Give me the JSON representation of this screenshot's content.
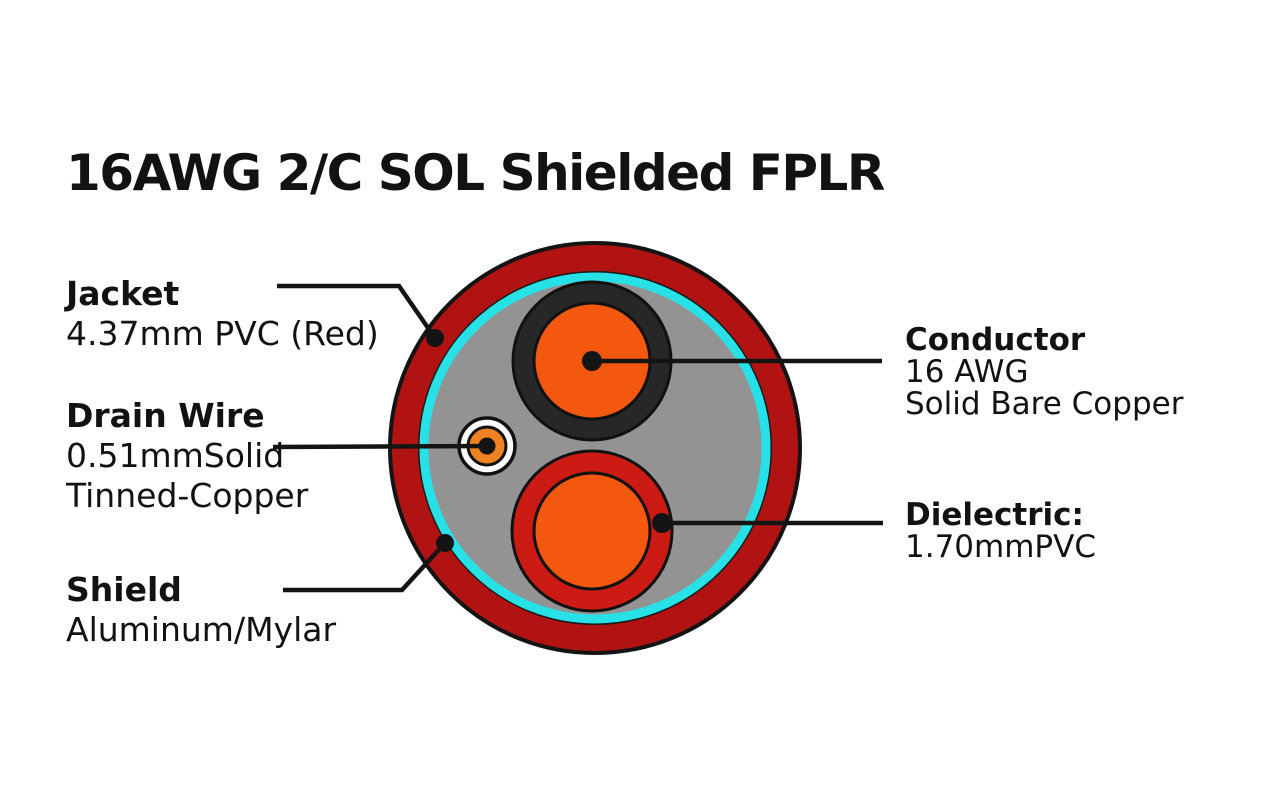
{
  "title": "16AWG 2/C SOL Shielded FPLR",
  "labels": {
    "jacket": {
      "heading": "Jacket",
      "line1": "4.37mm PVC (Red)"
    },
    "drain_wire": {
      "heading": "Drain Wire",
      "line1": "0.51mmSolid",
      "line2": "Tinned-Copper"
    },
    "shield": {
      "heading": "Shield",
      "line1": "Aluminum/Mylar"
    },
    "conductor": {
      "heading": "Conductor",
      "line1": "16 AWG",
      "line2": "Solid Bare Copper"
    },
    "dielectric": {
      "heading": "Dielectric:",
      "line1": "1.70mmPVC"
    }
  },
  "colors": {
    "jacket_red": "#B11313",
    "dielectric_red": "#CC1A14",
    "conductor_orange": "#F4570E",
    "drain_orange": "#EF8322",
    "drain_sleeve_white": "#FFFFFF",
    "shield_gray": "#939393",
    "shield_rim_cyan": "#27E1E7",
    "insulation_black": "#272727",
    "leader_black": "#141414"
  }
}
